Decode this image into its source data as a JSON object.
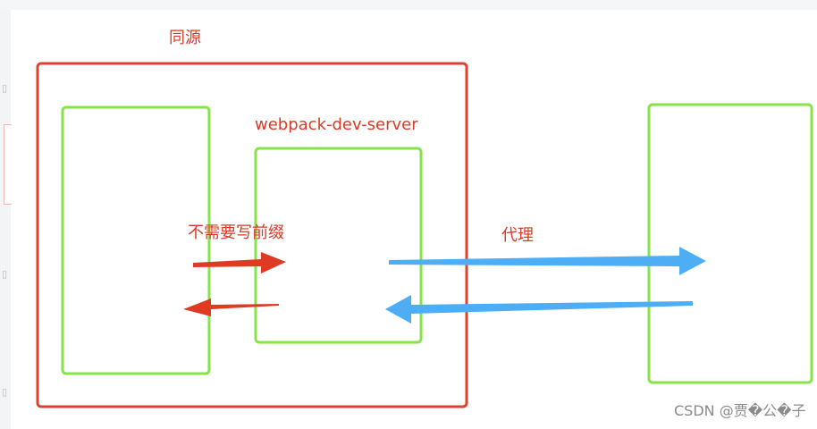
{
  "labels": {
    "same_origin": "同源",
    "webpack_dev_server": "webpack-dev-server",
    "no_prefix": "不需要写前缀",
    "proxy": "代理"
  },
  "watermark": "CSDN @贾�公�子",
  "colors": {
    "origin_box": "#e0412b",
    "client_box": "#86e34a",
    "dev_server_box": "#86e34a",
    "backend_box": "#86e34a",
    "red_arrow": "#df3a22",
    "blue_arrow": "#4dadf5",
    "label_text": "#d93a26"
  }
}
